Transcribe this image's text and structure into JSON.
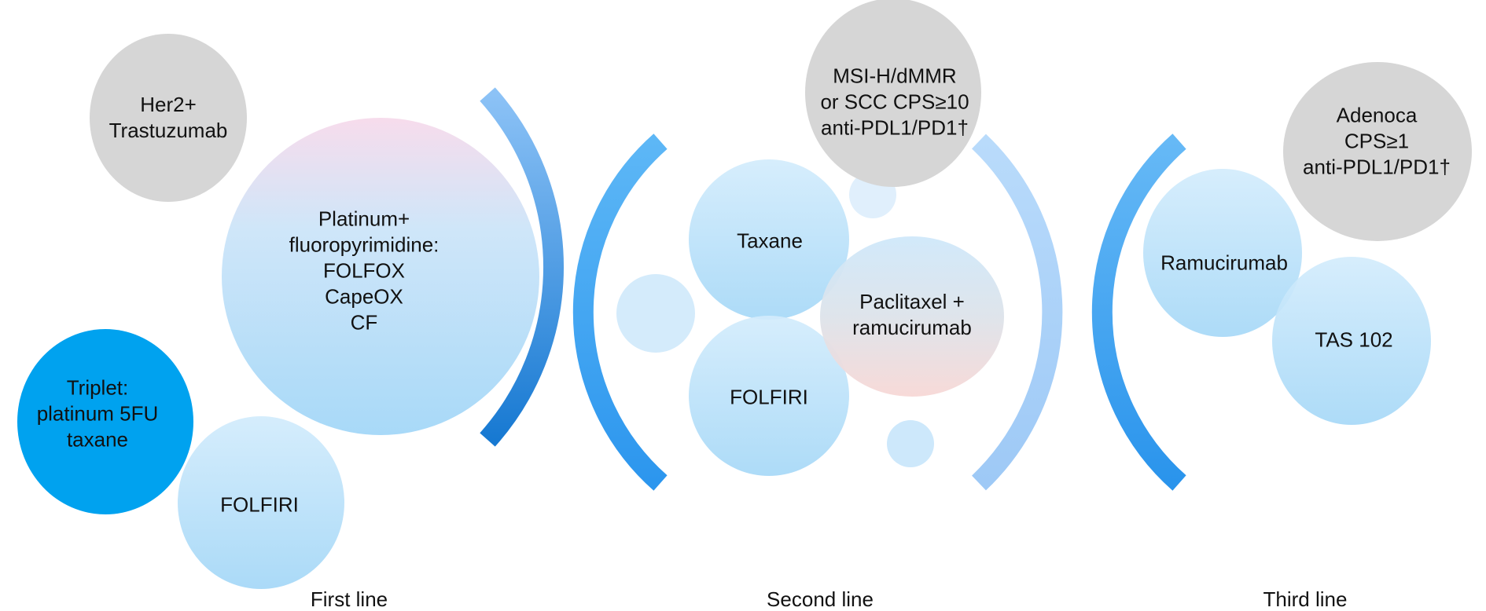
{
  "first_line": {
    "caption": "First line",
    "her2": [
      "Her2+",
      "Trastuzumab"
    ],
    "platinum": [
      "Platinum+",
      "fluoropyrimidine:",
      "FOLFOX",
      "CapeOX",
      "CF"
    ],
    "triplet": [
      "Triplet:",
      "platinum 5FU",
      "taxane"
    ],
    "folfiri": "FOLFIRI"
  },
  "second_line": {
    "caption": "Second line",
    "msi": [
      "MSI-H/dMMR",
      "or SCC CPS≥10",
      "anti-PDL1/PD1†"
    ],
    "taxane": "Taxane",
    "pacli": [
      "Paclitaxel +",
      "ramucirumab"
    ],
    "folfiri": "FOLFIRI"
  },
  "third_line": {
    "caption": "Third line",
    "adenoca": [
      "Adenoca",
      "CPS≥1",
      "anti-PDL1/PD1†"
    ],
    "ramucirumab": "Ramucirumab",
    "tas": "TAS 102"
  },
  "colors": {
    "grey_bubble": "#d6d6d6",
    "light_blue": "#bfe3fa",
    "strong_blue": "#00a2ef",
    "bracket_blue": "#2f9bee",
    "bracket_light": "#a9d3fb"
  }
}
